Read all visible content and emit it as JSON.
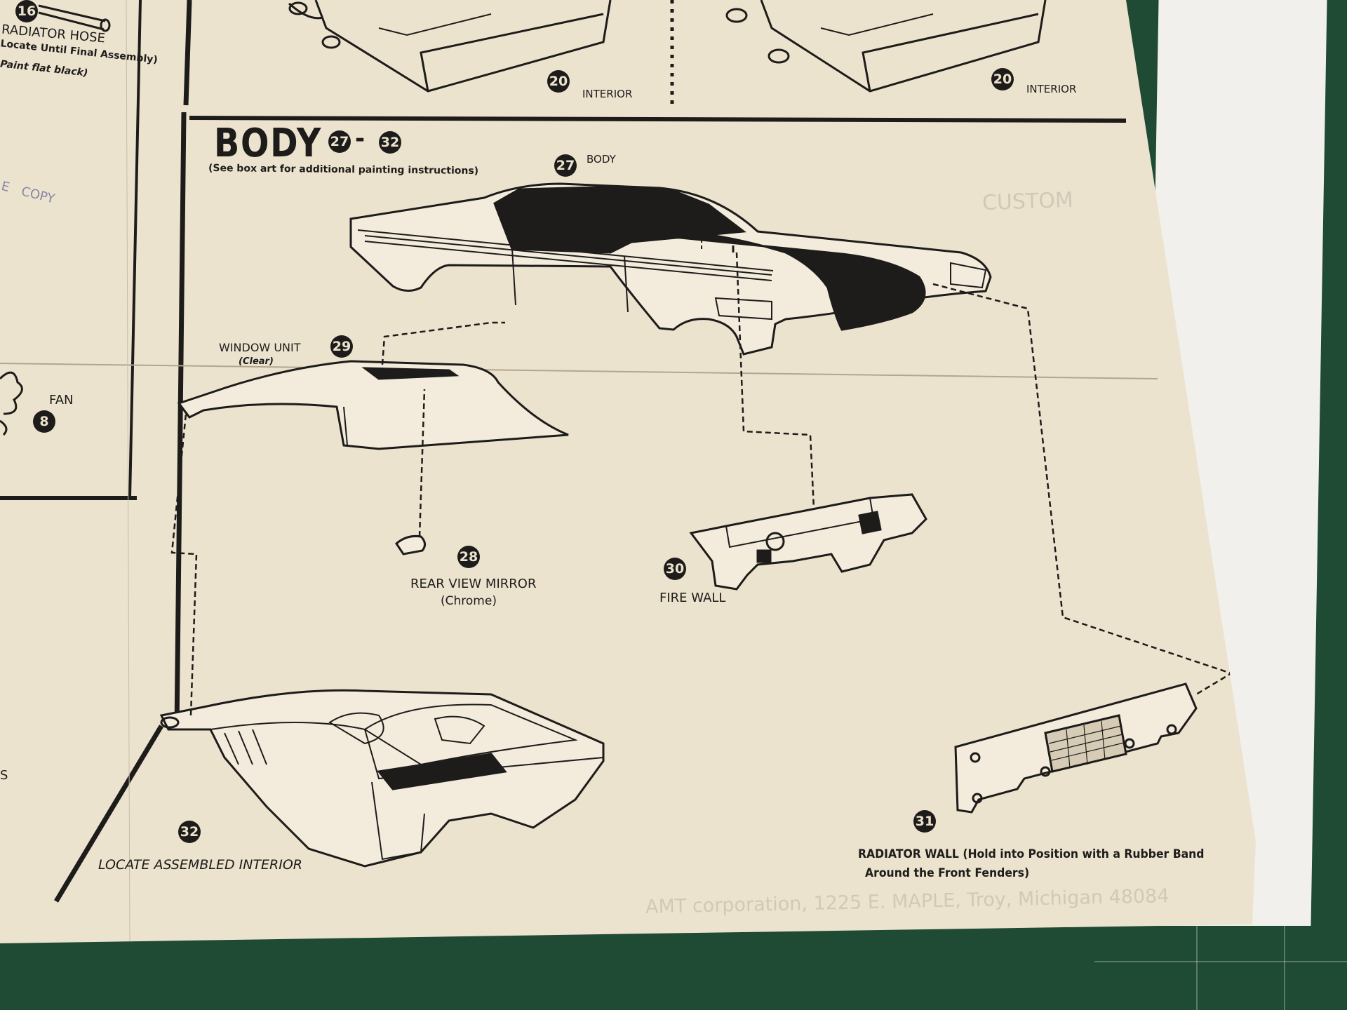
{
  "background": {
    "mat_color": "#1f4a33",
    "paper_color": "#ece3cf",
    "ink_color": "#1e1c1a"
  },
  "top_left": {
    "step_16": "16",
    "hose_label": "RADIATOR HOSE",
    "hose_note": "Locate Until Final Assembly)",
    "hose_paint": "Paint flat black)"
  },
  "top_panels": [
    {
      "step": "20",
      "label": "INTERIOR"
    },
    {
      "step": "20",
      "label": "INTERIOR"
    }
  ],
  "left_column": {
    "fan_label": "FAN",
    "fan_step": "8",
    "stamp_fragment_1": "E",
    "stamp_fragment_2": "COPY",
    "edge_letter": "S"
  },
  "section": {
    "title": "BODY",
    "range_start": "27",
    "range_dash": "-",
    "range_end": "32",
    "note": "(See box art for additional painting instructions)"
  },
  "parts": [
    {
      "key": "body",
      "step": "27",
      "name": "BODY",
      "note": ""
    },
    {
      "key": "rear-view-mirror",
      "step": "28",
      "name": "REAR VIEW MIRROR",
      "note": "(Chrome)"
    },
    {
      "key": "window-unit",
      "step": "29",
      "name": "WINDOW UNIT",
      "note": "(Clear)"
    },
    {
      "key": "fire-wall",
      "step": "30",
      "name": "FIRE WALL",
      "note": ""
    },
    {
      "key": "radiator-wall",
      "step": "31",
      "name": "RADIATOR WALL (Hold into Position with a Rubber Band",
      "note": "Around the Front Fenders)"
    },
    {
      "key": "assembled-interior",
      "step": "32",
      "name": "LOCATE ASSEMBLED INTERIOR",
      "note": ""
    }
  ],
  "bleed_through": {
    "address": "AMT corporation, 1225 E. MAPLE, Troy, Michigan 48084",
    "custom": "CUSTOM"
  }
}
